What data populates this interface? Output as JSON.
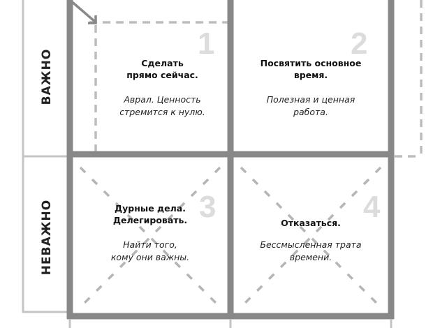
{
  "rows": [
    {
      "label": "ВАЖНО"
    },
    {
      "label": "НЕВАЖНО"
    }
  ],
  "quadrants": [
    {
      "number": "1",
      "title": "Сделать\nпрямо сейчас.",
      "description": "Аврал. Ценность\nстремится к нулю."
    },
    {
      "number": "2",
      "title": "Посвятить основное\nвремя.",
      "description": "Полезная и ценная\nработа."
    },
    {
      "number": "3",
      "title": "Дурные дела.\nДелегировать.",
      "description": "Найти того,\nкому они важны."
    },
    {
      "number": "4",
      "title": "Отказаться.",
      "description": "Бессмысленная трата\nвремени."
    }
  ],
  "colors": {
    "grid": "#888888",
    "light": "#bdbdbd",
    "number": "#dcdcdc"
  }
}
